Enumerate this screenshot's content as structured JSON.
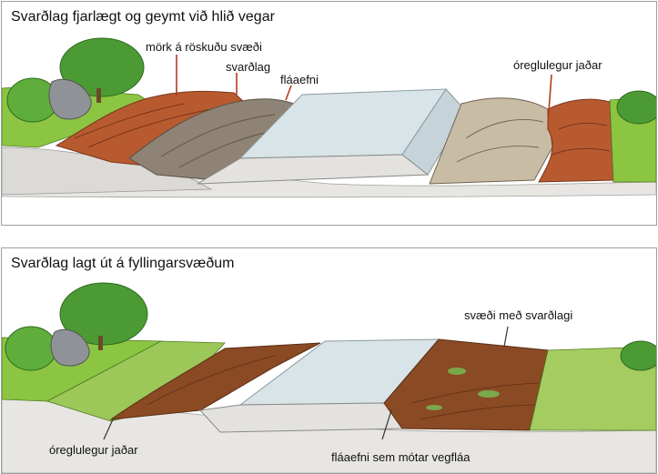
{
  "colors": {
    "topsoil": "#b85a30",
    "topsoil_dark": "#8a3a1e",
    "grass": "#8cc542",
    "tree": "#3d8a2a",
    "road": "#d8e4e8",
    "gravel": "#e2e0dc",
    "leader": "#b23a1e"
  },
  "panel_top": {
    "title": "Svarðlag fjarlægt og geymt við hlið vegar",
    "labels": {
      "dark_area": "mörk á röskuðu svæði",
      "topsoil": "svarðlag",
      "slope_material": "fláaefni",
      "irregular_edge": "óreglulegur jaðar"
    }
  },
  "panel_bottom": {
    "title": "Svarðlag lagt út á fyllingarsvæðum",
    "labels": {
      "topsoil_area": "svæði með svarðlagi",
      "irregular_edge": "óreglulegur jaðar",
      "slope_fill": "fláaefni sem mótar vegfláa"
    }
  }
}
